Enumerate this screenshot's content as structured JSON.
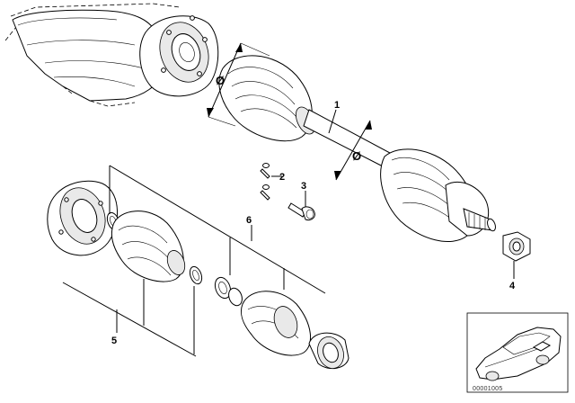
{
  "diagram": {
    "callouts": [
      "1",
      "2",
      "3",
      "4",
      "5",
      "6"
    ],
    "diameter_symbol": "Ø",
    "image_code": "00001005"
  }
}
